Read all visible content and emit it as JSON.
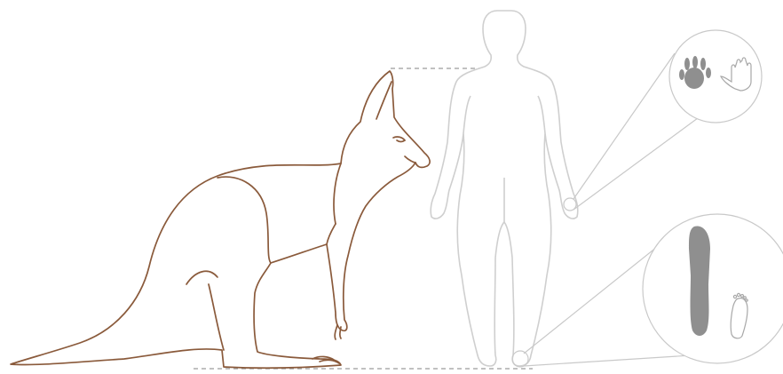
{
  "colors": {
    "background": "#ffffff",
    "kangaroo_outline": "#8a5a3b",
    "human_outline": "#cfcfcf",
    "dashed_guides": "#9c9c9c",
    "callout_lines": "#c9c9c9",
    "paw_fill": "#8f8f8f",
    "detail_outline": "#a8a8a8"
  },
  "illustration": {
    "subjects": [
      "kangaroo",
      "human"
    ],
    "callouts": [
      "hand-comparison",
      "foot-comparison"
    ],
    "guides": [
      "height-guide",
      "ground-line"
    ]
  }
}
